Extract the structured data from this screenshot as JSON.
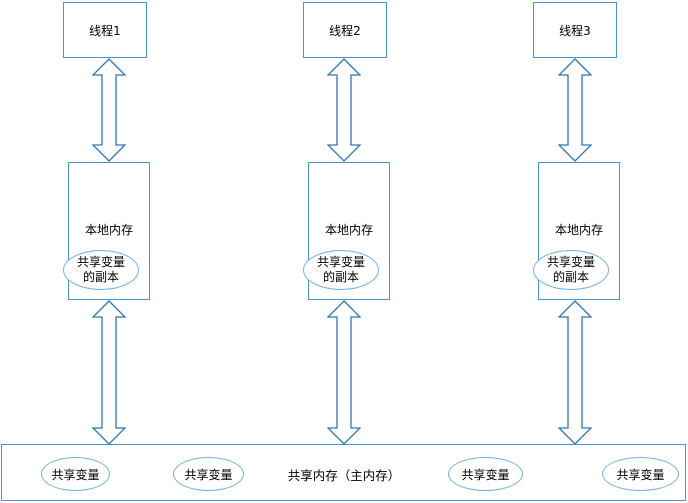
{
  "diagram": {
    "columns": [
      {
        "thread_label": "线程1",
        "local_memory_label": "本地内存",
        "copy_ellipse_line1": "共享变量",
        "copy_ellipse_line2": "的副本"
      },
      {
        "thread_label": "线程2",
        "local_memory_label": "本地内存",
        "copy_ellipse_line1": "共享变量",
        "copy_ellipse_line2": "的副本"
      },
      {
        "thread_label": "线程3",
        "local_memory_label": "本地内存",
        "copy_ellipse_line1": "共享变量",
        "copy_ellipse_line2": "的副本"
      }
    ],
    "main_memory": {
      "label": "共享内存（主内存）",
      "shared_variables": [
        "共享变量",
        "共享变量",
        "共享变量",
        "共享变量"
      ]
    },
    "colors": {
      "box_border": "#4696d2",
      "ellipse_border": "#6fb0e0",
      "arrow_outline": "#2a76b8",
      "text": "#000000",
      "background": "#ffffff"
    }
  }
}
